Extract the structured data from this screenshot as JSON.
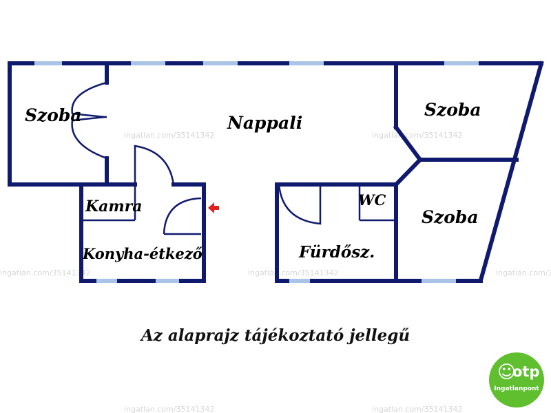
{
  "colors": {
    "wall": "#0f1a6e",
    "window": "#a9c4e6",
    "entrance_arrow": "#e02020",
    "logo_bg": "#5fbf2f"
  },
  "rooms": {
    "szoba_left": "Szoba",
    "nappali": "Nappali",
    "szoba_top_right": "Szoba",
    "szoba_bottom_right": "Szoba",
    "kamra": "Kamra",
    "konyha": "Konyha-étkező",
    "furdo": "Fürdősz.",
    "wc": "WC"
  },
  "watermark": "ingatlan.com/35141342",
  "caption": "Az alaprajz tájékoztató jellegű",
  "logo": {
    "icon": "otp-logo-icon",
    "top": "otp",
    "bottom": "Ingatlanpont"
  }
}
